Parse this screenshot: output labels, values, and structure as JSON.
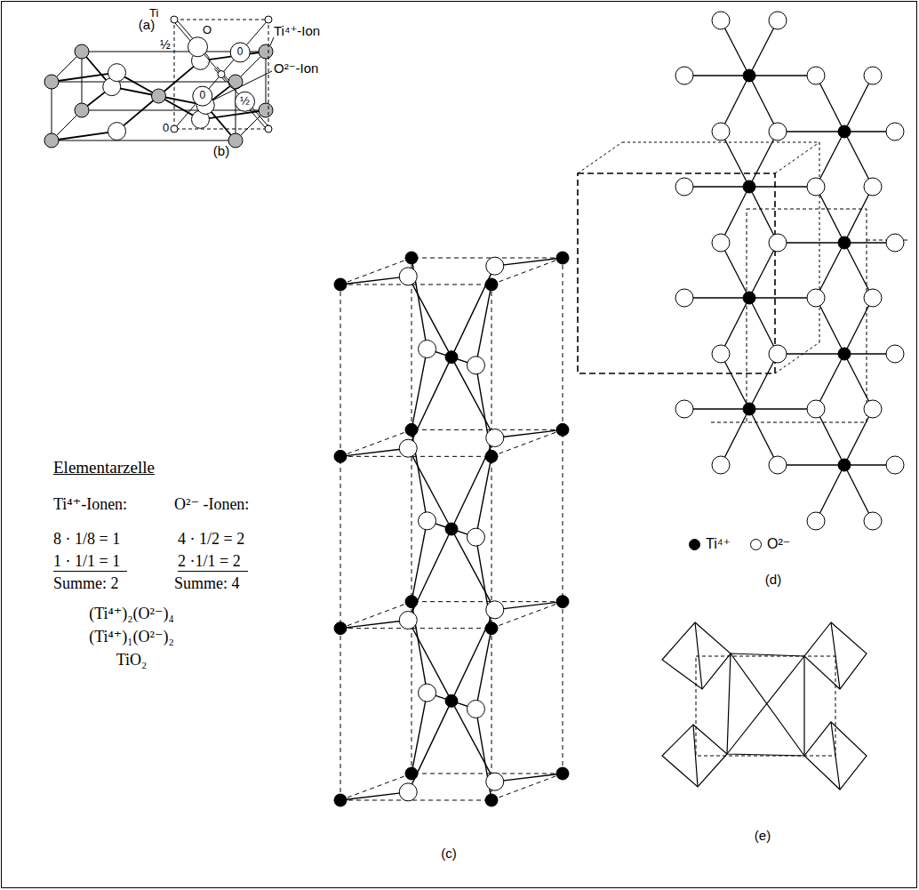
{
  "diagram": {
    "labels": [
      "(a)",
      "Ti⁴⁺-Ion",
      "O²⁻-Ion",
      "Ti",
      "O",
      "½",
      "0",
      "0",
      "0",
      "½",
      "(b)",
      "Elementarzelle",
      "Ti⁴⁺-Ionen:",
      "O²⁻ -Ionen:",
      "8 · 1/8 = 1",
      "4 · 1/2 = 2",
      "1 · 1/1 = 1",
      "2 ·1/1 = 2",
      "Summe: 2",
      "Summe: 4",
      "(Ti⁴⁺)₂(O²⁻)₄",
      "(Ti⁴⁺)₁(O²⁻)₂",
      "TiO₂",
      "(c)",
      "(d)",
      "(e)"
    ],
    "legend": [
      {
        "text": "Ti⁴⁺",
        "color": "#000000"
      },
      {
        "text": "O²⁻",
        "color": "#ffffff"
      }
    ]
  }
}
